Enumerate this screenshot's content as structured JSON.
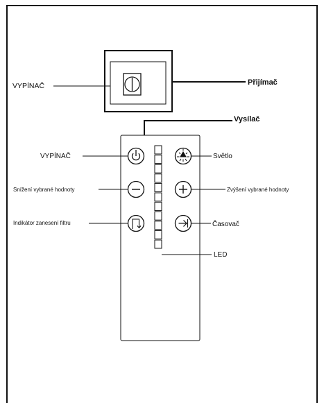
{
  "labels": {
    "receiver_switch": "VYPÍNAČ",
    "receiver": "Přijímač",
    "transmitter": "Vysílač",
    "remote_power": "VYPÍNAČ",
    "light": "Světlo",
    "decrease": "Snížení vybrané hodnoty",
    "increase": "Zvýšení vybrané hodnoty",
    "filter_indicator": "Indikátor zanesení filtru",
    "timer": "Časovač",
    "led": "LED"
  },
  "icons": {
    "receiver_switch": "power-rocker-icon",
    "power": "power-icon",
    "light": "light-icon",
    "decrease": "minus-icon",
    "increase": "plus-icon",
    "filter": "filter-reset-icon",
    "timer": "timer-arrow-icon"
  },
  "colors": {
    "ink": "#111111",
    "background": "#ffffff"
  },
  "led_count": 11
}
